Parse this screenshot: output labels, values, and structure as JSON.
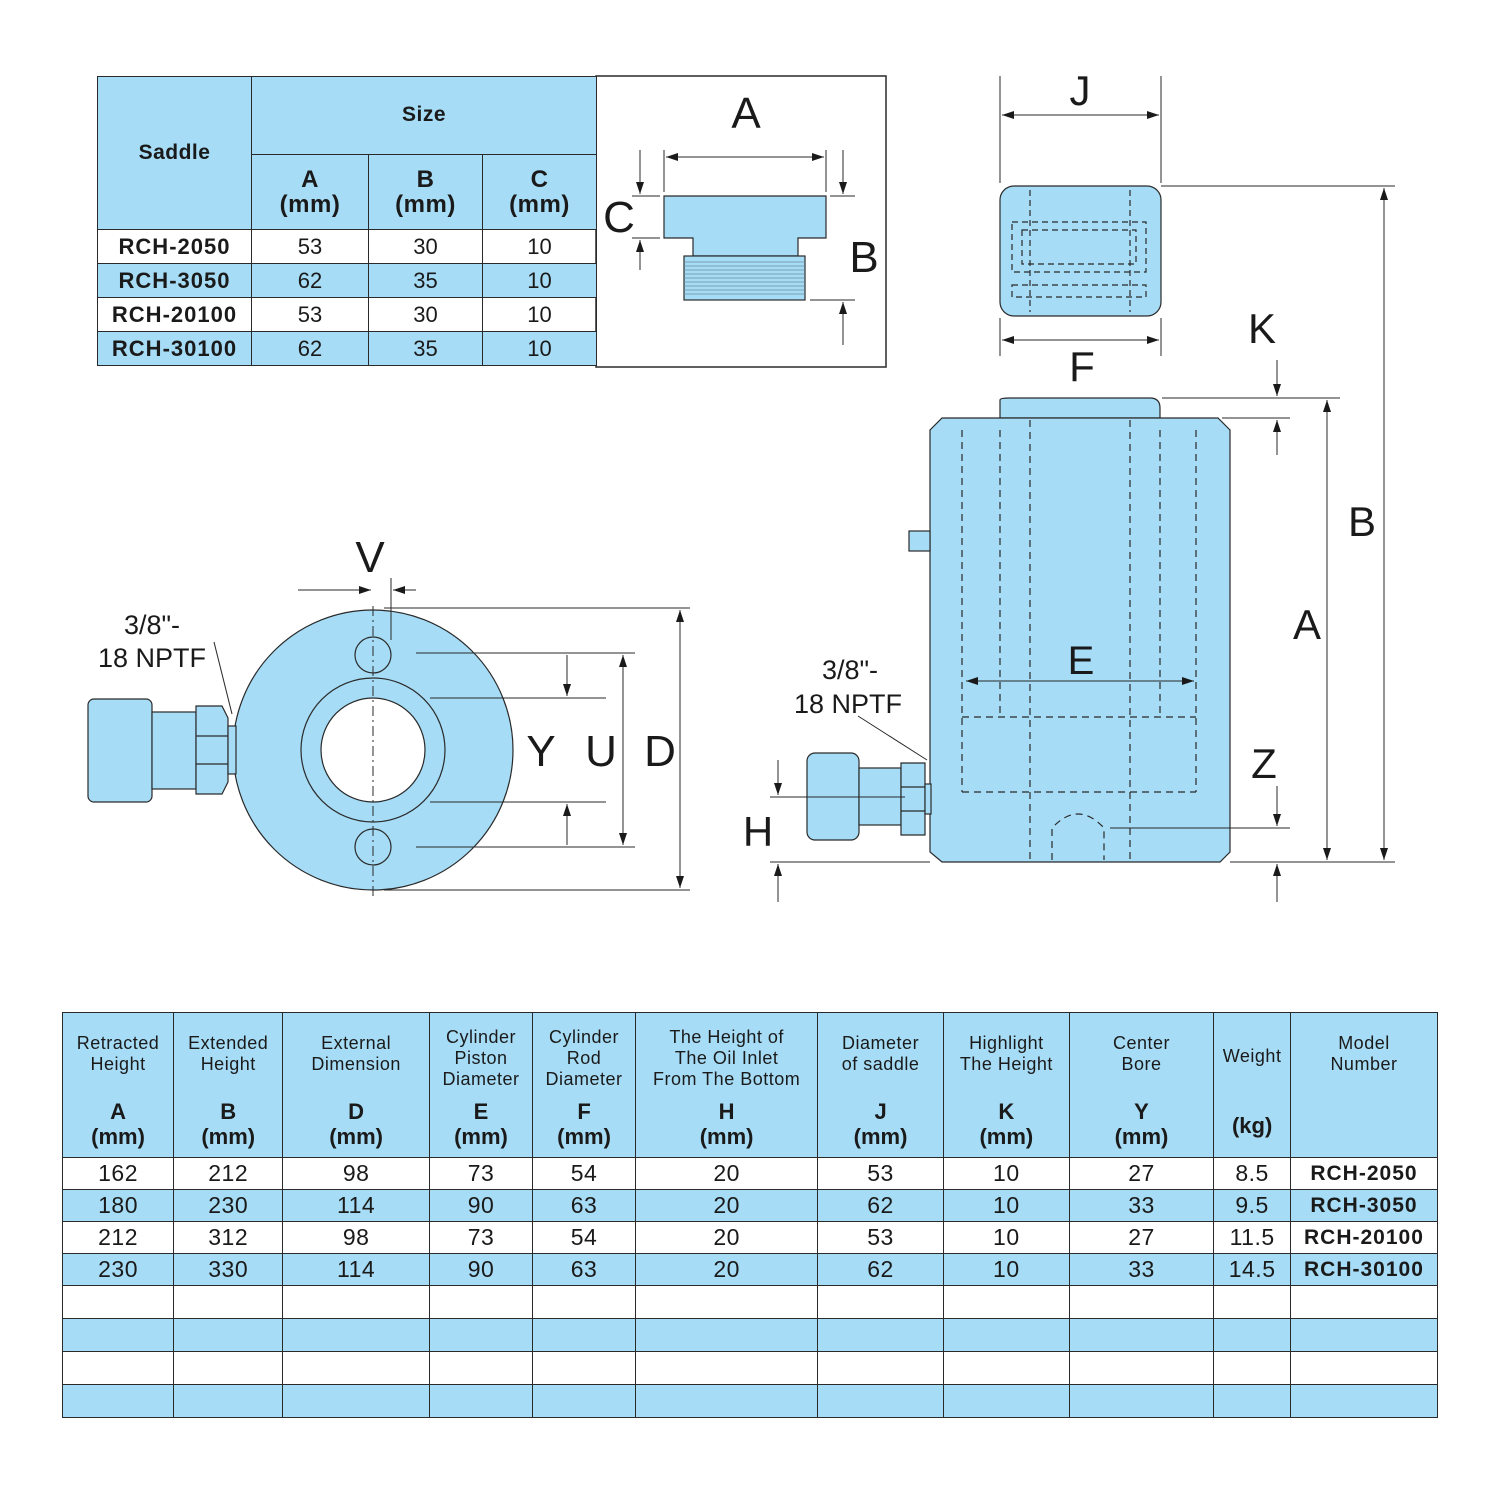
{
  "saddle_table": {
    "corner": "Saddle",
    "size_header": "Size",
    "columns": [
      {
        "letter": "A",
        "unit": "(mm)"
      },
      {
        "letter": "B",
        "unit": "(mm)"
      },
      {
        "letter": "C",
        "unit": "(mm)"
      }
    ],
    "rows": [
      {
        "model": "RCH-2050",
        "a": "53",
        "b": "30",
        "c": "10"
      },
      {
        "model": "RCH-3050",
        "a": "62",
        "b": "35",
        "c": "10"
      },
      {
        "model": "RCH-20100",
        "a": "53",
        "b": "30",
        "c": "10"
      },
      {
        "model": "RCH-30100",
        "a": "62",
        "b": "35",
        "c": "10"
      }
    ]
  },
  "saddle_drawing": {
    "label_a": "A",
    "label_b": "B",
    "label_c": "C"
  },
  "side_view": {
    "label_j": "J",
    "label_f": "F",
    "label_k": "K",
    "label_b": "B",
    "label_a": "A",
    "label_e": "E",
    "label_z": "Z",
    "label_h": "H",
    "port_line1": "3/8\"-",
    "port_line2": "18 NPTF"
  },
  "top_view": {
    "label_v": "V",
    "label_y": "Y",
    "label_u": "U",
    "label_d": "D",
    "port_line1": "3/8\"-",
    "port_line2": "18 NPTF"
  },
  "spec_table": {
    "headers": [
      {
        "label": [
          "Retracted",
          "Height"
        ],
        "symbol": "A",
        "unit": "(mm)"
      },
      {
        "label": [
          "Extended",
          "Height"
        ],
        "symbol": "B",
        "unit": "(mm)"
      },
      {
        "label": [
          "External",
          "Dimension"
        ],
        "symbol": "D",
        "unit": "(mm)"
      },
      {
        "label": [
          "Cylinder",
          "Piston",
          "Diameter"
        ],
        "symbol": "E",
        "unit": "(mm)"
      },
      {
        "label": [
          "Cylinder",
          "Rod",
          "Diameter"
        ],
        "symbol": "F",
        "unit": "(mm)"
      },
      {
        "label": [
          "The Height of",
          "The Oil Inlet",
          "From The Bottom"
        ],
        "symbol": "H",
        "unit": "(mm)"
      },
      {
        "label": [
          "Diameter",
          "of saddle"
        ],
        "symbol": "J",
        "unit": "(mm)"
      },
      {
        "label": [
          "Highlight",
          "The Height"
        ],
        "symbol": "K",
        "unit": "(mm)"
      },
      {
        "label": [
          "Center",
          "Bore"
        ],
        "symbol": "Y",
        "unit": "(mm)"
      },
      {
        "label": [
          "Weight"
        ],
        "symbol": "",
        "unit": "(kg)"
      },
      {
        "label": [
          "Model",
          "Number"
        ],
        "symbol": "",
        "unit": ""
      }
    ],
    "rows": [
      [
        "162",
        "212",
        "98",
        "73",
        "54",
        "20",
        "53",
        "10",
        "27",
        "8.5",
        "RCH-2050"
      ],
      [
        "180",
        "230",
        "114",
        "90",
        "63",
        "20",
        "62",
        "10",
        "33",
        "9.5",
        "RCH-3050"
      ],
      [
        "212",
        "312",
        "98",
        "73",
        "54",
        "20",
        "53",
        "10",
        "27",
        "11.5",
        "RCH-20100"
      ],
      [
        "230",
        "330",
        "114",
        "90",
        "63",
        "20",
        "62",
        "10",
        "33",
        "14.5",
        "RCH-30100"
      ],
      [
        "",
        "",
        "",
        "",
        "",
        "",
        "",
        "",
        "",
        "",
        ""
      ],
      [
        "",
        "",
        "",
        "",
        "",
        "",
        "",
        "",
        "",
        "",
        ""
      ],
      [
        "",
        "",
        "",
        "",
        "",
        "",
        "",
        "",
        "",
        "",
        ""
      ],
      [
        "",
        "",
        "",
        "",
        "",
        "",
        "",
        "",
        "",
        "",
        ""
      ]
    ]
  }
}
